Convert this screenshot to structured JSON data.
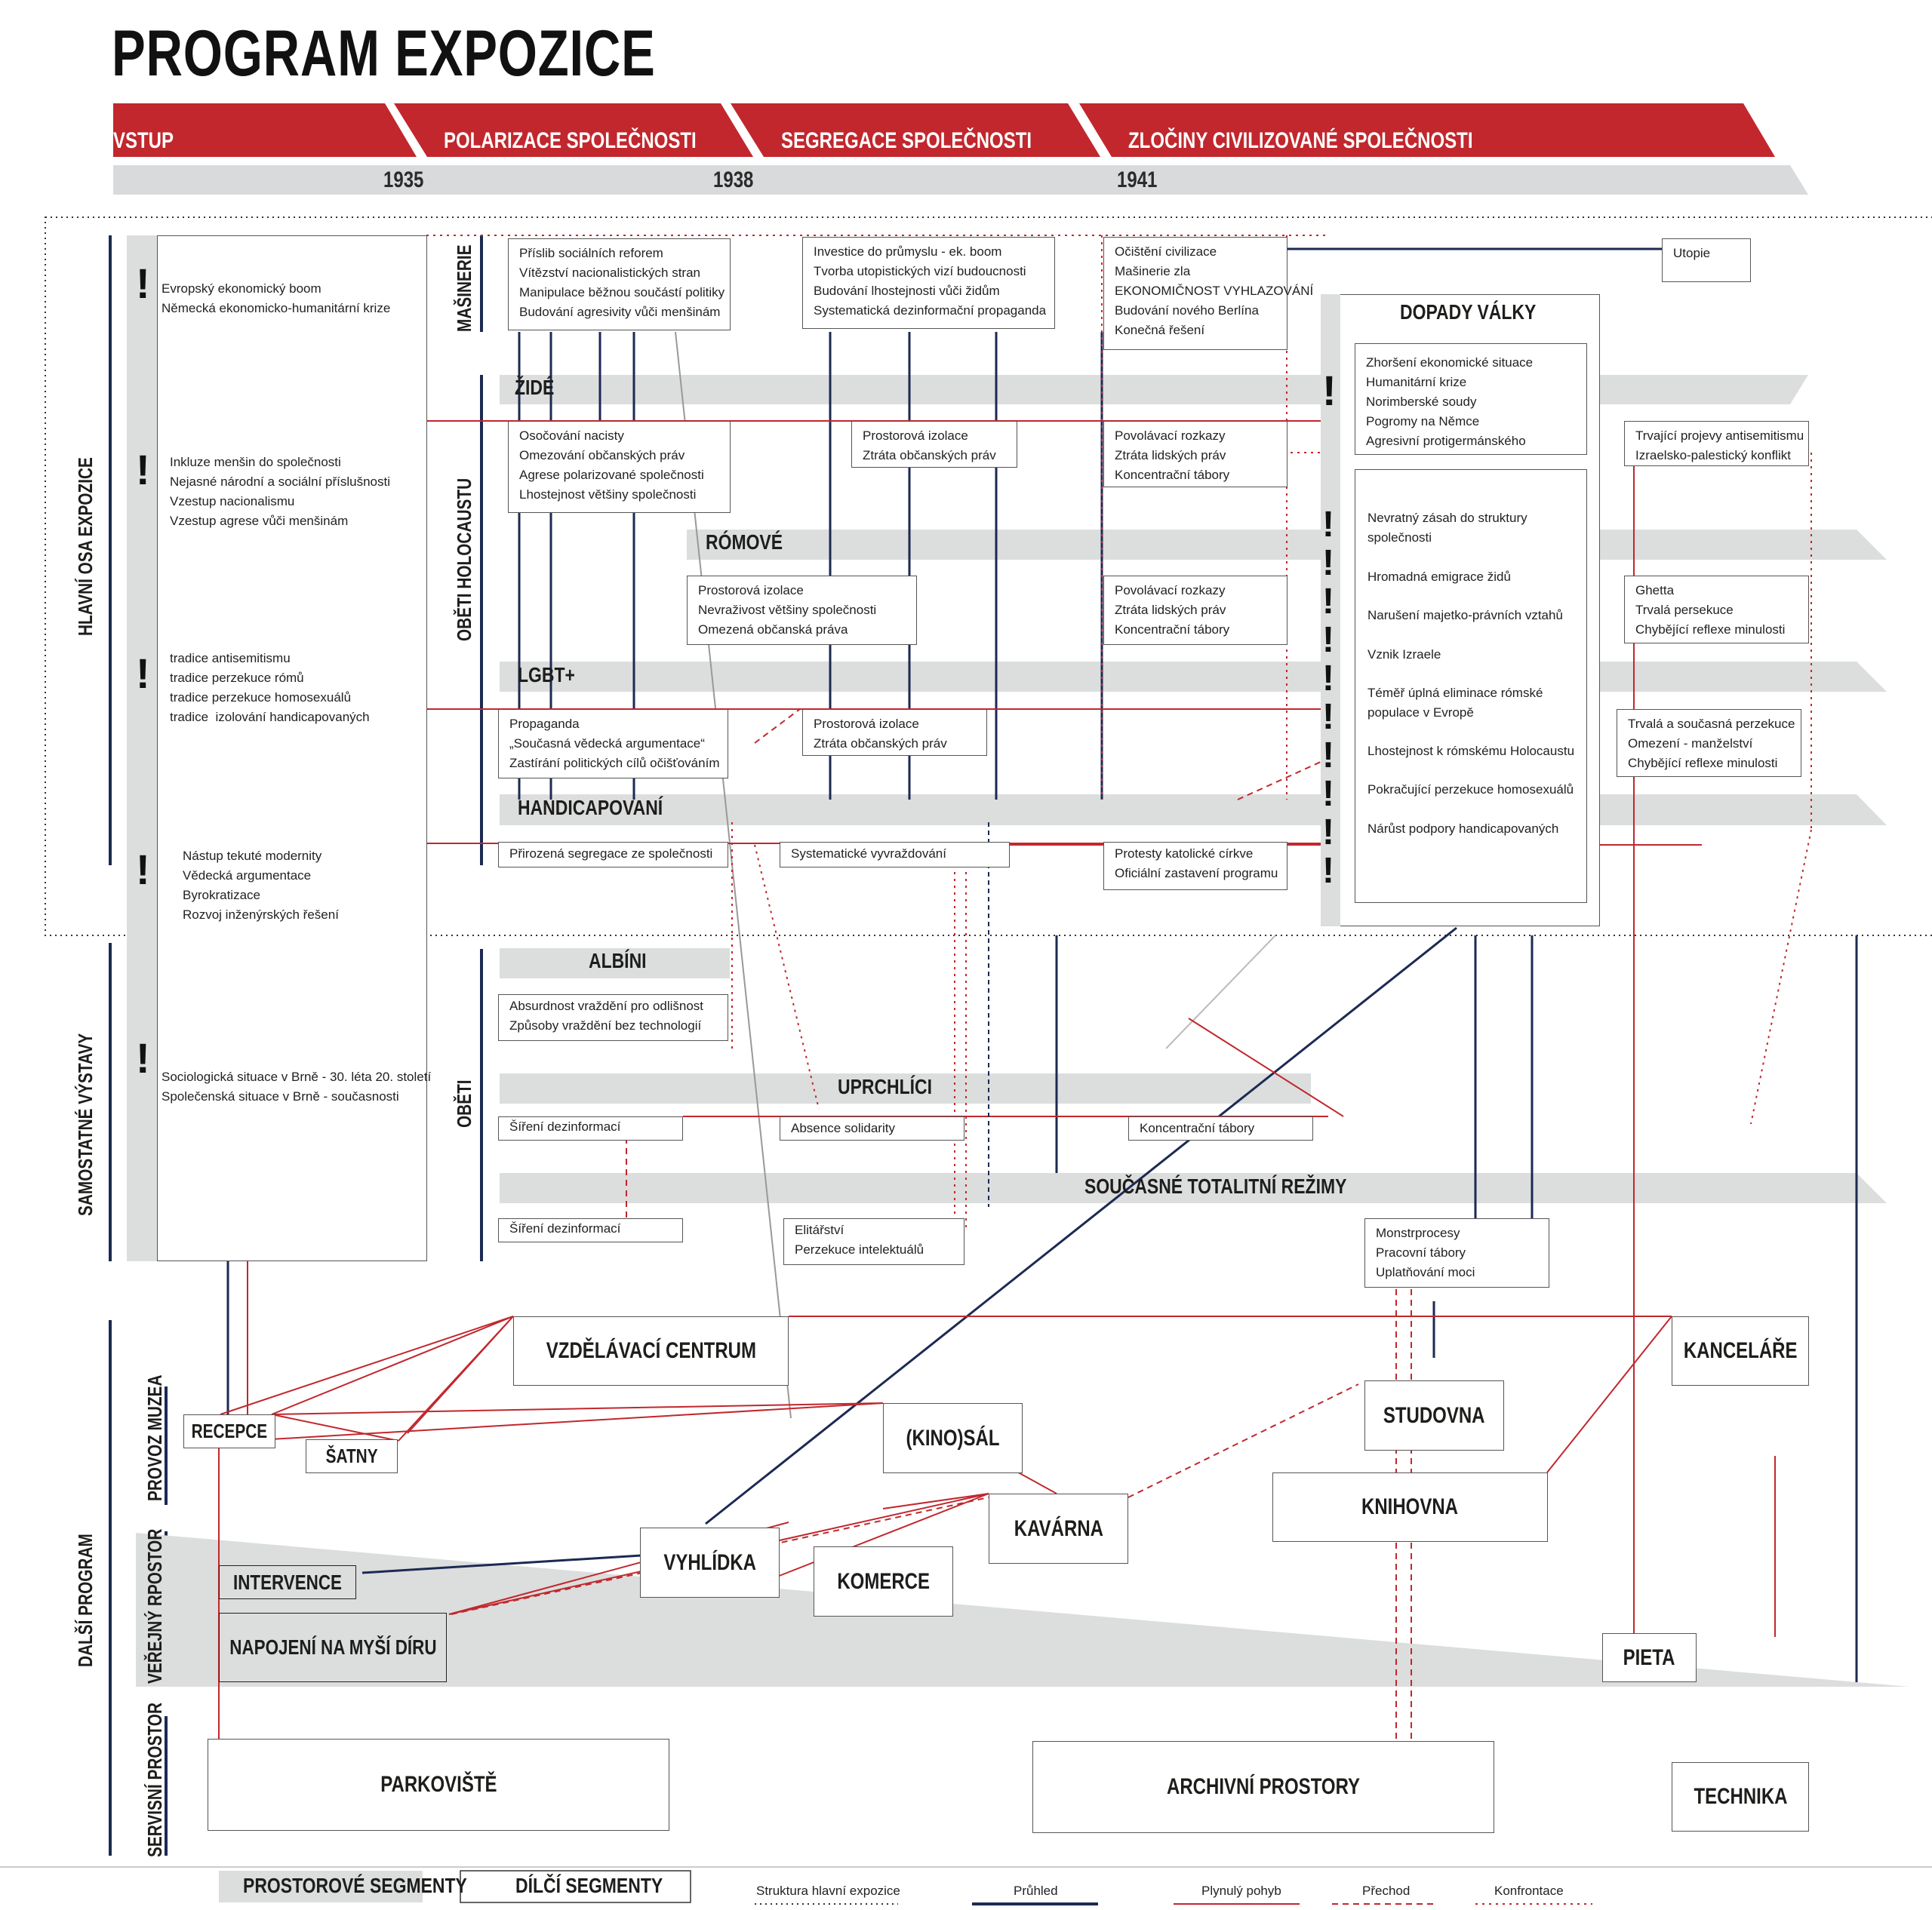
{
  "title": "PROGRAM EXPOZICE",
  "phases": [
    "VSTUP",
    "POLARIZACE SPOLEČNOSTI",
    "SEGREGACE SPOLEČNOSTI",
    "ZLOČINY CIVILIZOVANÉ SPOLEČNOSTI"
  ],
  "years": [
    "1935",
    "1938",
    "1941"
  ],
  "colors": {
    "red": "#c1272d",
    "navy": "#1c2a52",
    "grey": "#dcdddd",
    "dark": "#1d1d1b"
  },
  "side_labels": {
    "hlavni_osa": "HLAVNÍ OSA EXPOZICE",
    "samostatne": "SAMOSTATNÉ VÝSTAVY",
    "dalsi": "DALŠÍ PROGRAM",
    "masinerie": "MAŠINERIE",
    "obeti_holocaustu": "OBĚTI HOLOCAUSTU",
    "obeti": "OBĚTI",
    "provoz": "PROVOZ MUZEA",
    "verejny": "VEŘEJNÝ RPOSTOR",
    "servisni": "SERVISNÍ PROSTOR"
  },
  "left_column": [
    "Evropský ekonomický boom\nNěmecká ekonomicko-humanitární krize",
    "Inkluze menšin do společnosti\nNejasné národní a sociální příslušnosti\nVzestup nacionalismu\nVzestup agrese vůči menšinám",
    "tradice antisemitismu\ntradice perzekuce rómů\ntradice perzekuce homosexuálů\ntradice  izolování handicapovaných",
    "Nástup tekuté modernity\nVědecká argumentace\nByrokratizace\nRozvoj inženýrských řešení",
    "Sociologická situace v Brně - 30. léta 20. století\nSpolečenská situace v Brně - současnosti"
  ],
  "masinerie": [
    "Příslib sociálních reforem\nVítězství nacionalistických stran\nManipulace běžnou součástí politiky\nBudování agresivity vůči menšinám",
    "Investice do průmyslu - ek. boom\nTvorba utopistických vizí budoucnosti\nBudování lhostejnosti vůči židům\nSystematická dezinformační propaganda",
    "Očištění civilizace\nMašinerie zla\nEKONOMIČNOST VYHLAZOVÁNÍ\nBudování nového Berlína\nKonečná řešení",
    "Utopie"
  ],
  "groups": {
    "zide": "ŽIDÉ",
    "romove": "RÓMOVÉ",
    "lgbt": "LGBT+",
    "handicap": "HANDICAPOVANÍ",
    "albini": "ALBÍNI",
    "uprchlici": "UPRCHLÍCI",
    "totalitni": "SOUČASNÉ TOTALITNÍ REŽIMY"
  },
  "zide_boxes": [
    "Osočování nacisty\nOmezování občanských práv\nAgrese polarizované společnosti\nLhostejnost většiny společnosti",
    "Prostorová izolace\nZtráta občanských práv",
    "Povolávací rozkazy\nZtráta lidských práv\nKoncentrační tábory",
    "Trvající projevy antisemitismu\nIzraelsko-palestický konflikt"
  ],
  "romove_boxes": [
    "Prostorová izolace\nNevraživost většiny společnosti\nOmezená občanská práva",
    "Povolávací rozkazy\nZtráta lidských práv\nKoncentrační tábory",
    "Ghetta\nTrvalá persekuce\nChybějící reflexe minulosti"
  ],
  "lgbt_boxes": [
    "Propaganda\n„Současná vědecká argumentace“\nZastírání politických cílů očišťováním",
    "Prostorová izolace\nZtráta občanských práv",
    "Trvalá a současná perzekuce\nOmezení - manželství\nChybějící reflexe minulosti"
  ],
  "handicap_boxes": [
    "Přirozená segregace ze společnosti",
    "Systematické vyvraždování",
    "Protesty katolické církve\nOficiální zastavení programu"
  ],
  "dopady": {
    "title": "DOPADY VÁLKY",
    "top": "Zhoršení ekonomické situace\nHumanitární krize\nNorimberské soudy\nPogromy na Němce\nAgresivní protigermánského",
    "items": [
      "Nevratný zásah do struktury\nspolečnosti",
      "Hromadná emigrace židů",
      "Narušení majetko-právních vztahů",
      "Vznik Izraele",
      "Téměř úplná eliminace rómské\npopulace v Evropě",
      "Lhostejnost k rómskému Holocaustu",
      "Pokračující perzekuce homosexuálů",
      "Nárůst podpory handicapovaných"
    ]
  },
  "albini_box": "Absurdnost vraždění pro odlišnost\nZpůsoby vraždění bez technologií",
  "uprchlici_boxes": [
    "Šíření dezinformací",
    "Absence solidarity",
    "Koncentrační tábory"
  ],
  "totalitni_boxes": [
    "Šíření dezinformací",
    "Elitářství\nPerzekuce intelektuálů",
    "Monstrprocesy\nPracovní tábory\nUplatňování moci"
  ],
  "rooms": {
    "vzdelavaci": "VZDĚLÁVACÍ CENTRUM",
    "kancelare": "KANCELÁŘE",
    "recepce": "RECEPCE",
    "satny": "ŠATNY",
    "kinosal": "(KINO)SÁL",
    "studovna": "STUDOVNA",
    "knihovna": "KNIHOVNA",
    "kavarna": "KAVÁRNA",
    "vyhlidka": "VYHLÍDKA",
    "komerce": "KOMERCE",
    "intervence": "INTERVENCE",
    "napojeni": "NAPOJENÍ NA MYŠÍ DÍRU",
    "pieta": "PIETA",
    "parkoviste": "PARKOVIŠTĚ",
    "archivni": "ARCHIVNÍ PROSTORY",
    "technika": "TECHNIKA"
  },
  "legend": {
    "prostorove": "PROSTOROVÉ SEGMENTY",
    "dilci": "DÍLČÍ SEGMENTY",
    "struktura": "Struktura hlavní expozice",
    "pruhled": "Průhled",
    "plynuly": "Plynulý pohyb",
    "prechod": "Přechod",
    "konfrontace": "Konfrontace"
  }
}
